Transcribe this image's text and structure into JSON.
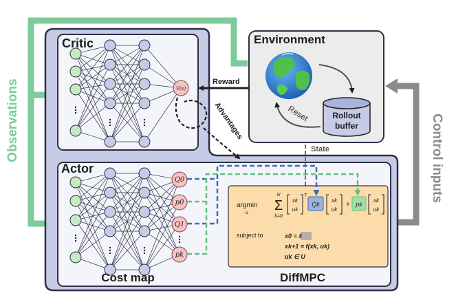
{
  "labels": {
    "critic": "Critic",
    "actor": "Actor",
    "environment": "Environment",
    "rollout_line1": "Rollout",
    "rollout_line2": "buffer",
    "reset": "Reset",
    "reward": "Reward",
    "advantages": "Advantages",
    "state": "State",
    "observations": "Observations",
    "control_inputs": "Control inputs",
    "cost_map": "Cost map",
    "diffmpc": "DiffMPC",
    "critic_output": "V(s)",
    "actor_outputs": [
      "Q0",
      "p0",
      "Q1",
      "pk"
    ]
  },
  "mpc": {
    "argmin": "argmin",
    "argmin_sub": "u",
    "sum_upper": "N",
    "sum_lower": "k=0",
    "vec_top": "xk",
    "vec_bottom": "uk",
    "transpose": "T",
    "Q_term": "Qk",
    "p_term": "pk",
    "subject_to": "subject to",
    "constraint1": "x0 = x̄",
    "constraint2": "xk+1 = f(xk, uk)",
    "constraint3": "uk ∈ U"
  },
  "colors": {
    "panel_fill": "#c6cbe6",
    "panel_border": "#2c2f45",
    "box_fill": "#f4f4fb",
    "env_fill": "#ececec",
    "green_node": "#c7ebc1",
    "red_node": "#f6c3c3",
    "mpc_fill": "#fbdcaa",
    "blue_arrow": "#3d6db3",
    "green_arrow": "#63c07e",
    "obs_green": "#7dcb9a",
    "grey_arrow": "#8b8b8b",
    "dark": "#1e1e1e"
  },
  "icons": [
    "globe-icon",
    "cylinder-icon"
  ]
}
